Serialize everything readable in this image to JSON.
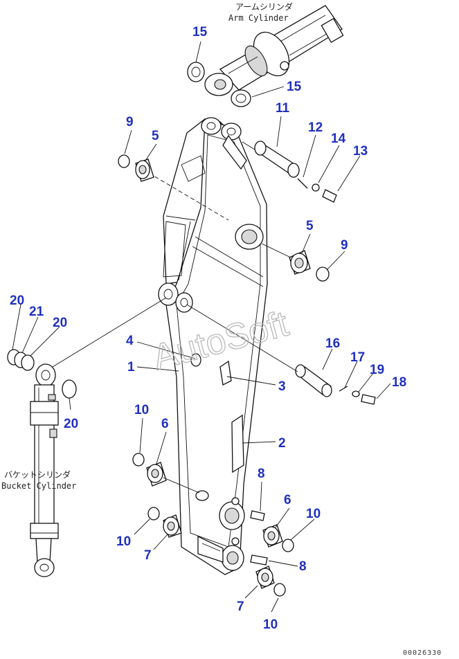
{
  "captions": {
    "arm_cylinder_jp": "アームシリンダ",
    "arm_cylinder_en": "Arm Cylinder",
    "bucket_cylinder_jp": "バケットシリンダ",
    "bucket_cylinder_en": "Bucket Cylinder"
  },
  "watermark": "AutoSoft",
  "doc_id": "00026330",
  "callout_color": "#1f2fbf",
  "callouts": [
    {
      "id": "c15a",
      "label": "15"
    },
    {
      "id": "c15b",
      "label": "15"
    },
    {
      "id": "c9a",
      "label": "9"
    },
    {
      "id": "c5a",
      "label": "5"
    },
    {
      "id": "c11",
      "label": "11"
    },
    {
      "id": "c12",
      "label": "12"
    },
    {
      "id": "c14",
      "label": "14"
    },
    {
      "id": "c13",
      "label": "13"
    },
    {
      "id": "c5b",
      "label": "5"
    },
    {
      "id": "c9b",
      "label": "9"
    },
    {
      "id": "c20a",
      "label": "20"
    },
    {
      "id": "c21",
      "label": "21"
    },
    {
      "id": "c20b",
      "label": "20"
    },
    {
      "id": "c4",
      "label": "4"
    },
    {
      "id": "c16",
      "label": "16"
    },
    {
      "id": "c1",
      "label": "1"
    },
    {
      "id": "c17",
      "label": "17"
    },
    {
      "id": "c19",
      "label": "19"
    },
    {
      "id": "c18",
      "label": "18"
    },
    {
      "id": "c3",
      "label": "3"
    },
    {
      "id": "c20c",
      "label": "20"
    },
    {
      "id": "c10a",
      "label": "10"
    },
    {
      "id": "c6a",
      "label": "6"
    },
    {
      "id": "c2",
      "label": "2"
    },
    {
      "id": "c8a",
      "label": "8"
    },
    {
      "id": "c6b",
      "label": "6"
    },
    {
      "id": "c10b",
      "label": "10"
    },
    {
      "id": "c10c",
      "label": "10"
    },
    {
      "id": "c7a",
      "label": "7"
    },
    {
      "id": "c8b",
      "label": "8"
    },
    {
      "id": "c7b",
      "label": "7"
    },
    {
      "id": "c10d",
      "label": "10"
    }
  ]
}
